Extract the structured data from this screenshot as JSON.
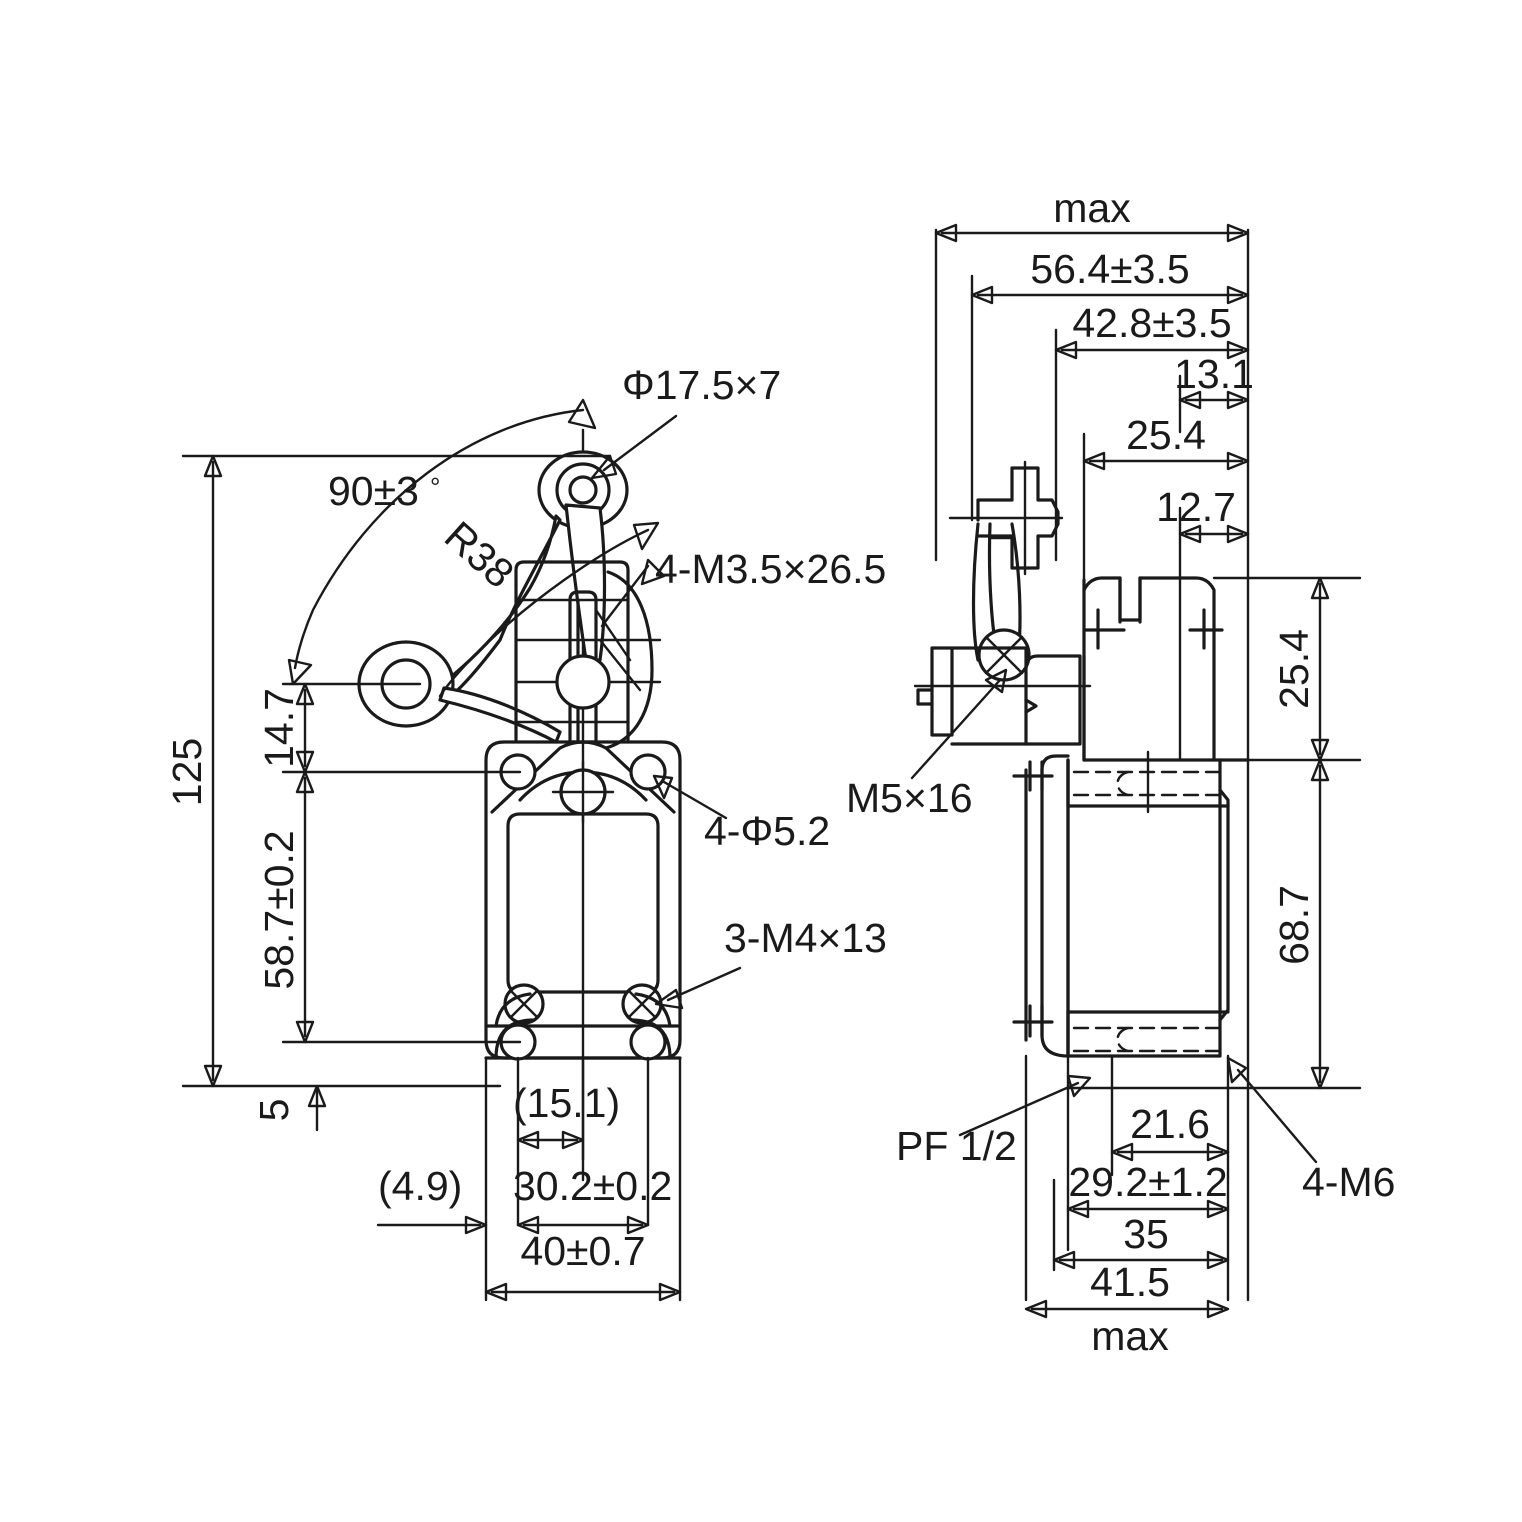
{
  "drawing": {
    "title": "Limit switch outline dimension drawing",
    "views": [
      {
        "name": "front-view",
        "position": "left"
      },
      {
        "name": "side-view",
        "position": "right"
      }
    ]
  },
  "front_view": {
    "dimensions": {
      "overall_height": "125",
      "lever_pivot_height": "14.7",
      "body_height": "58.7±0.2",
      "base_offset": "5",
      "mount_hole_spacing_inner": "(15.1)",
      "mount_hole_spacing": "30.2±0.2",
      "body_width": "40±0.7",
      "edge_offset": "(4.9)"
    },
    "callouts": {
      "roller": "Φ17.5×7",
      "angle": "90±3",
      "degree_symbol": "°",
      "radius": "R38",
      "lever_screws": "4-M3.5×26.5",
      "cover_holes": "4-Φ5.2",
      "terminal_screws": "3-M4×13"
    }
  },
  "side_view": {
    "dimensions": {
      "max_label_top": "max",
      "overall_depth": "56.4±3.5",
      "arm_depth": "42.8±3.5",
      "offset_13_1": "13.1",
      "offset_25_4_top": "25.4",
      "offset_12_7": "12.7",
      "height_25_4": "25.4",
      "height_68_7": "68.7",
      "width_21_6": "21.6",
      "width_29_2": "29.2±1.2",
      "width_35": "35",
      "width_41_5": "41.5",
      "max_label_bottom": "max"
    },
    "callouts": {
      "head_screw": "M5×16",
      "conduit": "PF 1/2",
      "mount_screws": "4-M6"
    }
  },
  "style": {
    "line_color": "#1a1a1a",
    "background": "#ffffff"
  }
}
